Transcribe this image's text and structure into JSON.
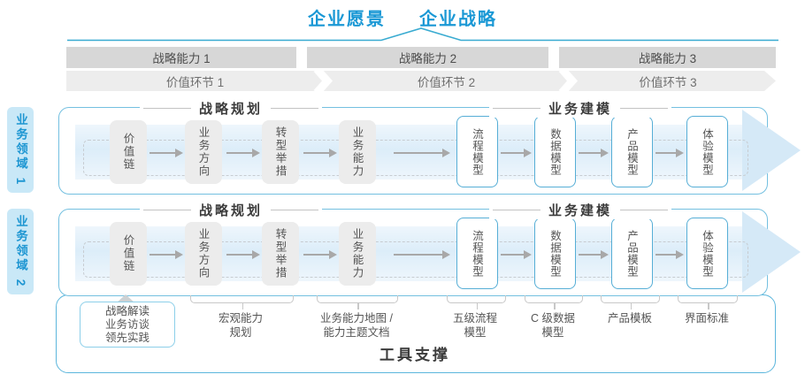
{
  "header": {
    "vision": "企业愿景",
    "strategy": "企业战略"
  },
  "capability_bars": [
    {
      "label": "战略能力 1"
    },
    {
      "label": "战略能力 2"
    },
    {
      "label": "战略能力 3"
    }
  ],
  "value_links": [
    {
      "label": "价值环节 1"
    },
    {
      "label": "价值环节 2"
    },
    {
      "label": "价值环节 3"
    }
  ],
  "domains": [
    {
      "label": "业务领域 1"
    },
    {
      "label": "业务领域 2"
    }
  ],
  "rows": [
    {
      "sections": [
        {
          "title": "战略规划",
          "boxes": [
            "价值链",
            "业务方向",
            "转型举措",
            "业务能力"
          ]
        },
        {
          "title": "业务建模",
          "boxes": [
            "流程模型",
            "数据模型",
            "产品模型",
            "体验模型"
          ]
        }
      ]
    },
    {
      "sections": [
        {
          "title": "战略规划",
          "boxes": [
            "价值链",
            "业务方向",
            "转型举措",
            "业务能力"
          ]
        },
        {
          "title": "业务建模",
          "boxes": [
            "流程模型",
            "数据模型",
            "产品模型",
            "体验模型"
          ]
        }
      ]
    }
  ],
  "annotations": {
    "interpret_box": {
      "line1": "战略解读",
      "line2": "业务访谈",
      "line3": "领先实践"
    },
    "labels": [
      {
        "line1": "宏观能力",
        "line2": "规划"
      },
      {
        "line1": "业务能力地图 /",
        "line2": "能力主题文档"
      },
      {
        "line1": "五级流程",
        "line2": "模型"
      },
      {
        "line1": "C 级数据",
        "line2": "模型"
      },
      {
        "line1": "产品模板",
        "line2": ""
      },
      {
        "line1": "界面标准",
        "line2": ""
      }
    ]
  },
  "footer": {
    "title": "工具支撑"
  },
  "colors": {
    "accent_blue": "#1a98d5",
    "line_blue": "#39abd1",
    "row_border": "#74c0e0",
    "band_blue": "#dcedf9",
    "bar_gray": "#d7d7d7",
    "value_gray": "#ededed",
    "box_gray": "#ececec",
    "domain_bg": "#c9e8f7"
  }
}
